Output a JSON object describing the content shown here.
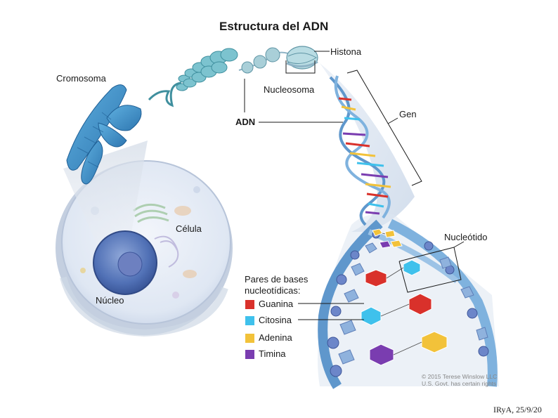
{
  "title": "Estructura del ADN",
  "labels": {
    "histona": "Histona",
    "cromosoma": "Cromosoma",
    "nucleosoma": "Nucleosoma",
    "adn": "ADN",
    "gen": "Gen",
    "celula": "Célula",
    "nucleotido": "Nucleótido",
    "nucleo": "Núcleo"
  },
  "legend": {
    "title": "Pares de bases\nnucleotídicas:",
    "items": [
      {
        "label": "Guanina",
        "color": "#d9312b"
      },
      {
        "label": "Citosina",
        "color": "#3fc1ec"
      },
      {
        "label": "Adenina",
        "color": "#f2c23a"
      },
      {
        "label": "Timina",
        "color": "#7a3db0"
      }
    ]
  },
  "copyright": [
    "© 2015 Terese Winslow LLC",
    "U.S. Govt. has certain rights"
  ],
  "footer": "IRyA, 25/9/20",
  "colors": {
    "dna_backbone": "#5f97cc",
    "chromosome": "#3f8fc6",
    "cell": "#e4ebf5",
    "nucleus": "#4b6cb4"
  }
}
